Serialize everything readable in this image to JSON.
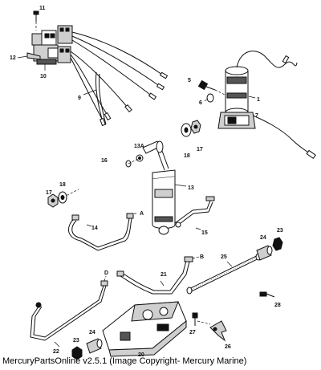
{
  "callouts": {
    "c1": "1",
    "c5": "5",
    "c6": "6",
    "c7": "7",
    "c9": "9",
    "c10": "10",
    "c11": "11",
    "c12": "12",
    "c13": "13",
    "c13a": "13A",
    "c14": "14",
    "c15": "15",
    "c16": "16",
    "c17a": "17",
    "c17b": "17",
    "c18a": "18",
    "c18b": "18",
    "c20": "20",
    "c21": "21",
    "c22": "22",
    "c23a": "23",
    "c23b": "23",
    "c24a": "24",
    "c24b": "24",
    "c25": "25",
    "c26": "26",
    "c27": "27",
    "c28": "28"
  },
  "letters": {
    "a": "A",
    "b": "B",
    "d": "D"
  },
  "caption": "MercuryPartsOnline v2.5.1 (Image Copyright- Mercury Marine)"
}
